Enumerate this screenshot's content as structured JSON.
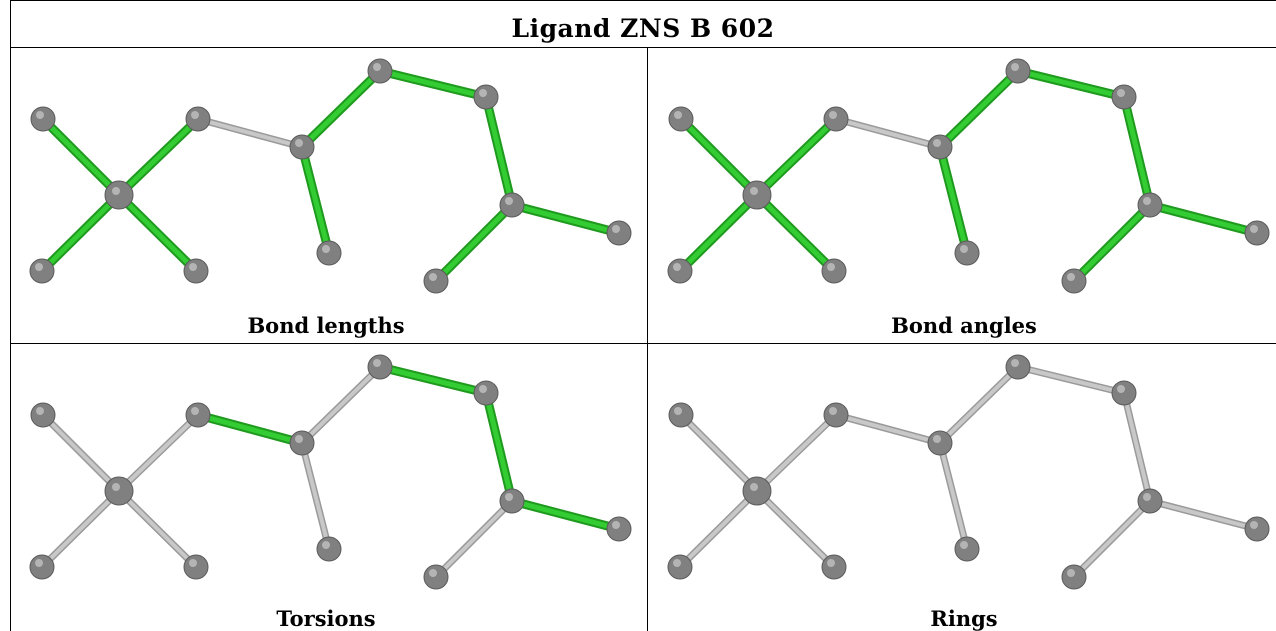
{
  "title": "Ligand ZNS B 602",
  "panels": [
    {
      "caption": "Bond lengths",
      "highlight": [
        "b1",
        "b2",
        "b3",
        "b4",
        "b5",
        "b7",
        "b8",
        "b9",
        "b10",
        "b11",
        "b12"
      ]
    },
    {
      "caption": "Bond angles",
      "highlight": [
        "b1",
        "b2",
        "b3",
        "b4",
        "b5",
        "b7",
        "b8",
        "b9",
        "b10",
        "b11",
        "b12"
      ]
    },
    {
      "caption": "Torsions",
      "highlight": [
        "b5",
        "b8",
        "b9",
        "b10"
      ]
    },
    {
      "caption": "Rings",
      "highlight": []
    }
  ],
  "colors": {
    "highlight_bond": "#33cc33",
    "plain_bond": "#c8c8c8",
    "atom": "#808080",
    "border": "#000000"
  }
}
